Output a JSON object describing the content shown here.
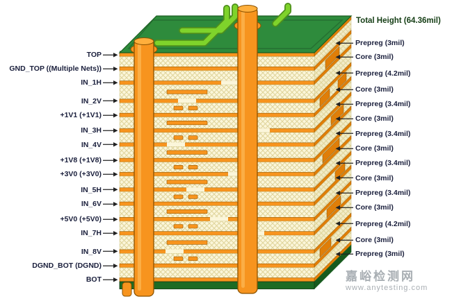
{
  "total_height_label": "Total Height (64.36mil)",
  "watermark": {
    "line1": "嘉峪检测网",
    "line2": "www.anytesting.com"
  },
  "colors": {
    "copper": "#F7941E",
    "copper_side": "#E07E08",
    "copper_dark": "#8A5200",
    "copper_cap": "#FFAF3C",
    "copper_highlight": "#FFC266",
    "board_green": "#2E8B3C",
    "board_green_dark": "#1B5E20",
    "mask_front": "#1D6B24",
    "mask_side": "#175A1E",
    "trace_green": "#7FD32B",
    "trace_green_dark": "#4E8F1D",
    "dielectric": "#FBF6DA",
    "dielectric_side": "#F2ECC8",
    "hatch_line": "#DFD49A",
    "arrow": "#222222",
    "label_text": "#1A1F3C",
    "title_text": "#143D14",
    "watermark_text": "#9AA0A6"
  },
  "stackup": [
    {
      "type": "copper",
      "label": "TOP"
    },
    {
      "type": "dielectric",
      "label": "Prepreg (3mil)",
      "mil": 3
    },
    {
      "type": "copper",
      "label": "GND_TOP ((Multiple Nets))"
    },
    {
      "type": "dielectric",
      "label": "Core (3mil)",
      "mil": 3
    },
    {
      "type": "copper",
      "label": "IN_1H"
    },
    {
      "type": "dielectric",
      "label": "Prepreg (4.2mil)",
      "mil": 4.2
    },
    {
      "type": "copper",
      "label": "IN_2V"
    },
    {
      "type": "dielectric",
      "label": "Core (3mil)",
      "mil": 3
    },
    {
      "type": "copper",
      "label": "+1V1 (+1V1)"
    },
    {
      "type": "dielectric",
      "label": "Prepreg (3.4mil)",
      "mil": 3.4
    },
    {
      "type": "copper",
      "label": "IN_3H"
    },
    {
      "type": "dielectric",
      "label": "Core (3mil)",
      "mil": 3
    },
    {
      "type": "copper",
      "label": "IN_4V"
    },
    {
      "type": "dielectric",
      "label": "Prepreg (3.4mil)",
      "mil": 3.4
    },
    {
      "type": "copper",
      "label": "+1V8 (+1V8)"
    },
    {
      "type": "dielectric",
      "label": "Core (3mil)",
      "mil": 3
    },
    {
      "type": "copper",
      "label": "+3V0 (+3V0)"
    },
    {
      "type": "dielectric",
      "label": "Prepreg (3.4mil)",
      "mil": 3.4
    },
    {
      "type": "copper",
      "label": "IN_5H"
    },
    {
      "type": "dielectric",
      "label": "Core (3mil)",
      "mil": 3
    },
    {
      "type": "copper",
      "label": "IN_6V"
    },
    {
      "type": "dielectric",
      "label": "Prepreg (3.4mil)",
      "mil": 3.4
    },
    {
      "type": "copper",
      "label": "+5V0 (+5V0)"
    },
    {
      "type": "dielectric",
      "label": "Core (3mil)",
      "mil": 3
    },
    {
      "type": "copper",
      "label": "IN_7H"
    },
    {
      "type": "dielectric",
      "label": "Prepreg (4.2mil)",
      "mil": 4.2
    },
    {
      "type": "copper",
      "label": "IN_8V"
    },
    {
      "type": "dielectric",
      "label": "Core (3mil)",
      "mil": 3
    },
    {
      "type": "copper",
      "label": "DGND_BOT (DGND)"
    },
    {
      "type": "dielectric",
      "label": "Prepreg (3mil)",
      "mil": 3
    },
    {
      "type": "copper",
      "label": "BOT"
    }
  ]
}
